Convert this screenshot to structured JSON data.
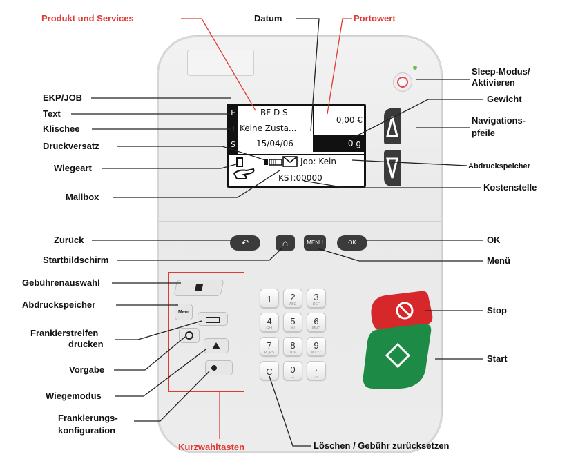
{
  "colors": {
    "accent_red": "#e13a33",
    "stop_red": "#d6282a",
    "start_green": "#1d8a45",
    "power_pink": "#e04a5a",
    "led_green": "#6cc04a",
    "line": "#222222"
  },
  "labels": {
    "produkt": "Produkt und Services",
    "datum": "Datum",
    "portowert": "Portowert",
    "ekp": "EKP/JOB",
    "text": "Text",
    "klischee": "Klischee",
    "druckversatz": "Druckversatz",
    "wiegeart": "Wiegeart",
    "mailbox": "Mailbox",
    "sleep1": "Sleep-Modus/",
    "sleep2": "Aktivieren",
    "gewicht": "Gewicht",
    "navigation1": "Navigations-",
    "navigation2": "pfeile",
    "abdruckspeicher_r": "Abdruckspeicher",
    "kostenstelle": "Kostenstelle",
    "zurueck": "Zurück",
    "startbildschirm": "Startbildschirm",
    "gebuehrenauswahl": "Gebührenauswahl",
    "abdruckspeicher_l": "Abdruckspeicher",
    "frankierstreifen1": "Frankierstreifen",
    "frankierstreifen2": "drucken",
    "vorgabe": "Vorgabe",
    "wiegemodus": "Wiegemodus",
    "frankierung1": "Frankierungs-",
    "frankierung2": "konfiguration",
    "kurzwahltasten": "Kurzwahltasten",
    "ok": "OK",
    "menue": "Menü",
    "stop": "Stop",
    "start": "Start",
    "loeschen": "Löschen / Gebühr zurücksetzen"
  },
  "screen": {
    "col_letters": [
      "E",
      "T",
      "S"
    ],
    "line1": "BF D S",
    "line2": "Keine Zusta...",
    "line3": "15/04/06",
    "postage": "0,00 €",
    "weight": "0 g",
    "job": "Job: Kein",
    "cost_center": "KST:00000"
  },
  "keys": {
    "back": "↶",
    "home": "⌂",
    "menu": "MENU",
    "ok": "OK",
    "mem": "Mem",
    "numpad": [
      {
        "n": "1",
        "s": ""
      },
      {
        "n": "2",
        "s": "ABC"
      },
      {
        "n": "3",
        "s": "DEF"
      },
      {
        "n": "4",
        "s": "GHI"
      },
      {
        "n": "5",
        "s": "JKL"
      },
      {
        "n": "6",
        "s": "MNO"
      },
      {
        "n": "7",
        "s": "PQRS"
      },
      {
        "n": "8",
        "s": "TUV"
      },
      {
        "n": "9",
        "s": "WXYZ"
      },
      {
        "n": "C",
        "s": ""
      },
      {
        "n": "0",
        "s": "..."
      },
      {
        "n": "·",
        "s": ".,-/"
      }
    ]
  }
}
